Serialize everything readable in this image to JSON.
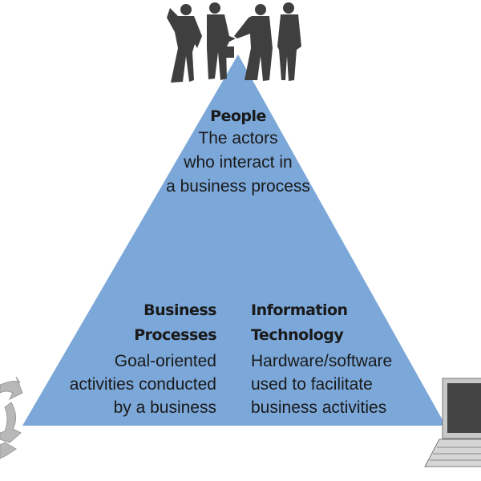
{
  "colors": {
    "triangle": "#7ba7d9",
    "silhouette": "#3f3f3f"
  },
  "people": {
    "title": "People",
    "lines": [
      "The actors",
      "who interact in",
      "a business process"
    ]
  },
  "processes": {
    "title_lines": [
      "Business",
      "Processes"
    ],
    "lines": [
      "Goal-oriented",
      "activities conducted",
      "by a business"
    ]
  },
  "technology": {
    "title_lines": [
      "Information",
      "Technology"
    ],
    "lines": [
      "Hardware/software",
      "used to facilitate",
      "business activities"
    ]
  },
  "icons": [
    "people-silhouettes-icon",
    "cycle-arrows-icon",
    "laptop-icon"
  ]
}
